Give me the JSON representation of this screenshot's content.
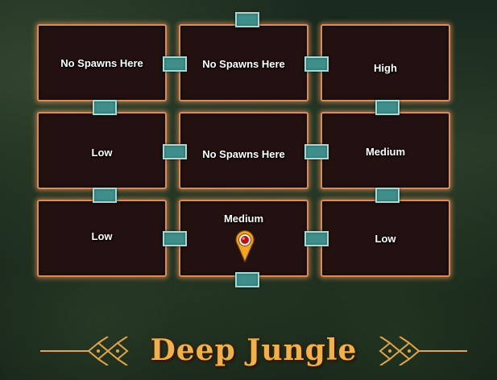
{
  "map": {
    "title": "Deep Jungle",
    "rooms": [
      {
        "id": "r1",
        "label": "No Spawns Here"
      },
      {
        "id": "r2",
        "label": "No Spawns Here"
      },
      {
        "id": "r3",
        "label": "High"
      },
      {
        "id": "r4",
        "label": "Low"
      },
      {
        "id": "r5",
        "label": "No Spawns Here"
      },
      {
        "id": "r6",
        "label": "Medium"
      },
      {
        "id": "r7",
        "label": "Low"
      },
      {
        "id": "r8",
        "label": "Medium"
      },
      {
        "id": "r9",
        "label": "Low"
      }
    ],
    "current_location_icon": "map-pin-icon"
  },
  "colors": {
    "room_fill": "#231111",
    "room_border": "#d98b5a",
    "door_fill": "#3f8e8b",
    "door_border": "#a7dad5",
    "title": "#f0b04a",
    "pin": "#f2a524"
  }
}
